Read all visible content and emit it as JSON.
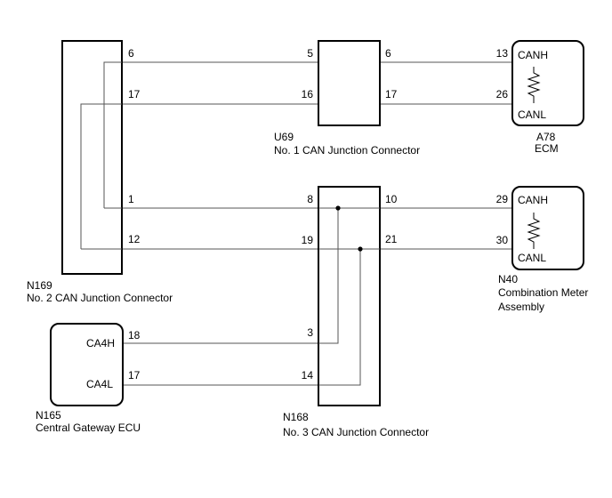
{
  "components": {
    "n169": {
      "code": "N169",
      "name": "No. 2 CAN Junction Connector"
    },
    "u69": {
      "code": "U69",
      "name": "No. 1 CAN Junction Connector"
    },
    "a78": {
      "code": "A78",
      "name": "ECM"
    },
    "n168": {
      "code": "N168",
      "name": "No. 3 CAN Junction Connector"
    },
    "n40": {
      "code": "N40",
      "name_line1": "Combination Meter",
      "name_line2": "Assembly"
    },
    "n165": {
      "code": "N165",
      "name": "Central Gateway ECU"
    }
  },
  "terminals": {
    "n169": [
      "6",
      "17",
      "1",
      "12"
    ],
    "u69": [
      "5",
      "16",
      "6",
      "17"
    ],
    "a78": [
      "13",
      "26"
    ],
    "n168": [
      "8",
      "19",
      "10",
      "21",
      "3",
      "14"
    ],
    "n40": [
      "29",
      "30"
    ],
    "n165": [
      "18",
      "17"
    ]
  },
  "signals": {
    "a78": [
      "CANH",
      "CANL"
    ],
    "n40": [
      "CANH",
      "CANL"
    ],
    "n165": [
      "CA4H",
      "CA4L"
    ]
  },
  "colors": {
    "line": "#000000",
    "wire": "#555555",
    "background": "#ffffff"
  }
}
